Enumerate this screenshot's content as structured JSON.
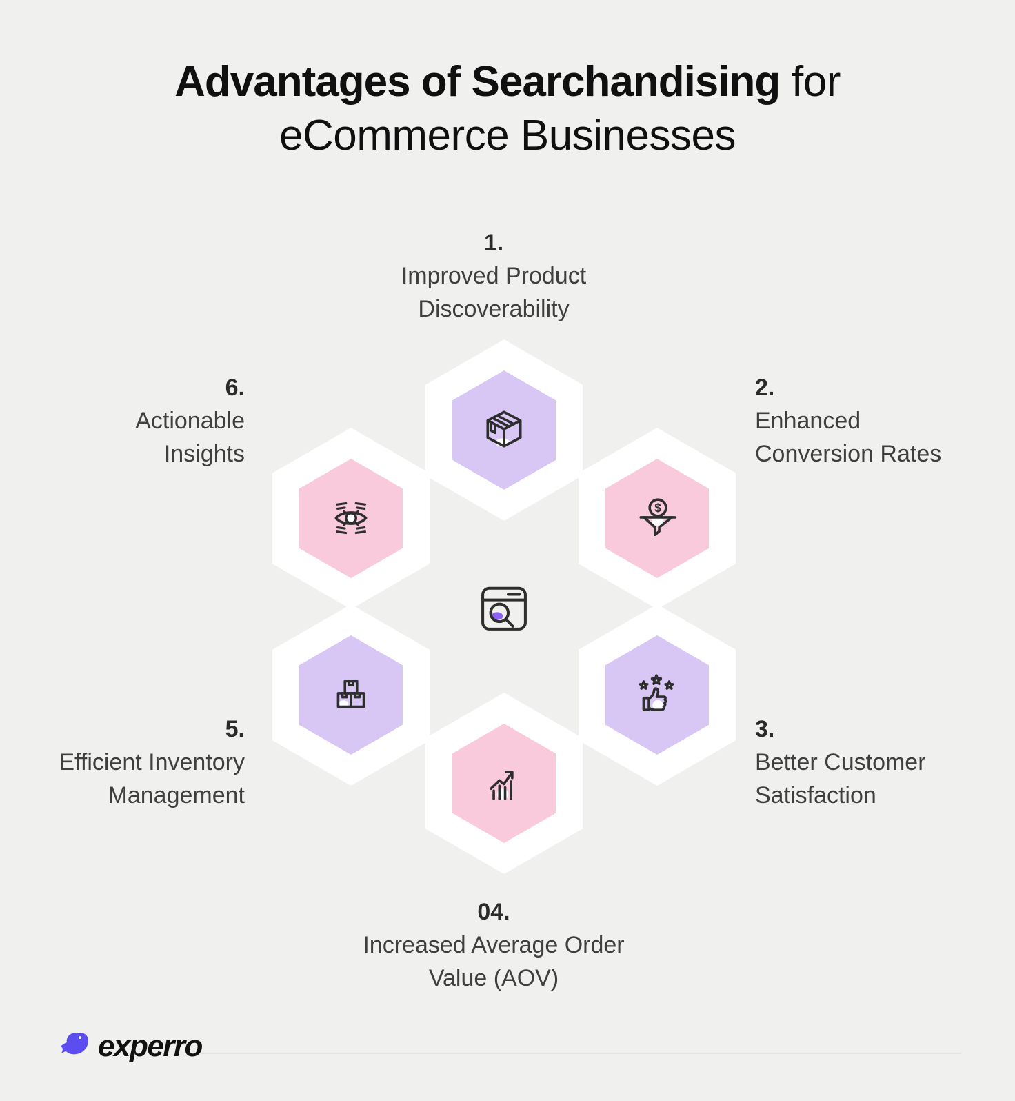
{
  "title": {
    "bold": "Advantages of Searchandising",
    "regular": "for",
    "line2": "eCommerce Businesses"
  },
  "colors": {
    "background": "#f0f0ef",
    "hex_white": "#ffffff",
    "hex_purple": "#d8c6f4",
    "hex_pink": "#f9c9dc",
    "icon_stroke": "#2e2e2e",
    "accent_purple": "#8e63f3",
    "logo_blue": "#5b4df0",
    "label_text": "#3f3f3f",
    "number_text": "#2b2b2b"
  },
  "center_icon": "browser-search",
  "items": [
    {
      "number": "1.",
      "lines": [
        "Improved Product",
        "Discoverability"
      ],
      "color": "#d8c6f4",
      "icon": "package-box"
    },
    {
      "number": "2.",
      "lines": [
        "Enhanced",
        "Conversion Rates"
      ],
      "color": "#f9c9dc",
      "icon": "dollar-funnel"
    },
    {
      "number": "3.",
      "lines": [
        "Better Customer",
        "Satisfaction"
      ],
      "color": "#d8c6f4",
      "icon": "thumbs-up-stars"
    },
    {
      "number": "04.",
      "lines": [
        "Increased Average Order",
        "Value (AOV)"
      ],
      "color": "#f9c9dc",
      "icon": "growth-chart"
    },
    {
      "number": "5.",
      "lines": [
        "Efficient Inventory",
        "Management"
      ],
      "color": "#d8c6f4",
      "icon": "inventory-boxes"
    },
    {
      "number": "6.",
      "lines": [
        "Actionable",
        "Insights"
      ],
      "color": "#f9c9dc",
      "icon": "data-eye"
    }
  ],
  "footer": {
    "logo_text": "experro",
    "logo_icon": "bird-logo"
  }
}
